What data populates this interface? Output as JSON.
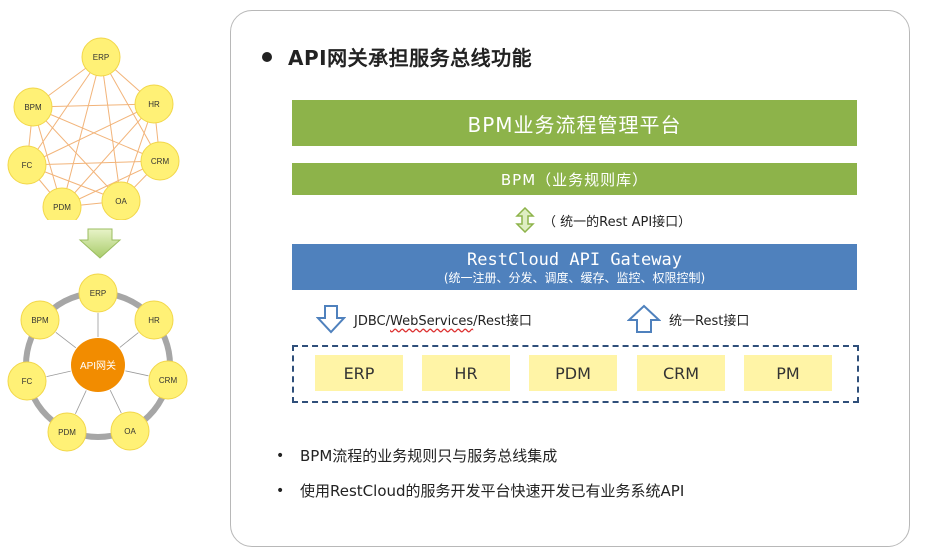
{
  "left": {
    "top_nodes": [
      "ERP",
      "HR",
      "CRM",
      "OA",
      "PDM",
      "FC",
      "BPM"
    ],
    "bottom_nodes": [
      "ERP",
      "HR",
      "CRM",
      "OA",
      "PDM",
      "FC",
      "BPM"
    ],
    "center_label": "API网关"
  },
  "card": {
    "heading": "API网关承担服务总线功能",
    "bpm_platform": "BPM业务流程管理平台",
    "bpm_rules": "BPM（业务规则库）",
    "rest_api": "（ 统一的Rest API接口）",
    "gateway_title": "RestCloud API Gateway",
    "gateway_sub": "(统一注册、分发、调度、缓存、监控、权限控制)",
    "proto_left_pre": "JDBC/",
    "proto_left_wavy": "WebServices",
    "proto_left_post": "/Rest接口",
    "proto_right": "统一Rest接口",
    "systems": [
      "ERP",
      "HR",
      "PDM",
      "CRM",
      "PM"
    ],
    "bullets": [
      "BPM流程的业务规则只与服务总线集成",
      "使用RestCloud的服务开发平台快速开发已有业务系统API"
    ]
  },
  "colors": {
    "green": "#8db34a",
    "blue": "#4f81bd",
    "node": "#fff176",
    "center": "#f28c00"
  }
}
